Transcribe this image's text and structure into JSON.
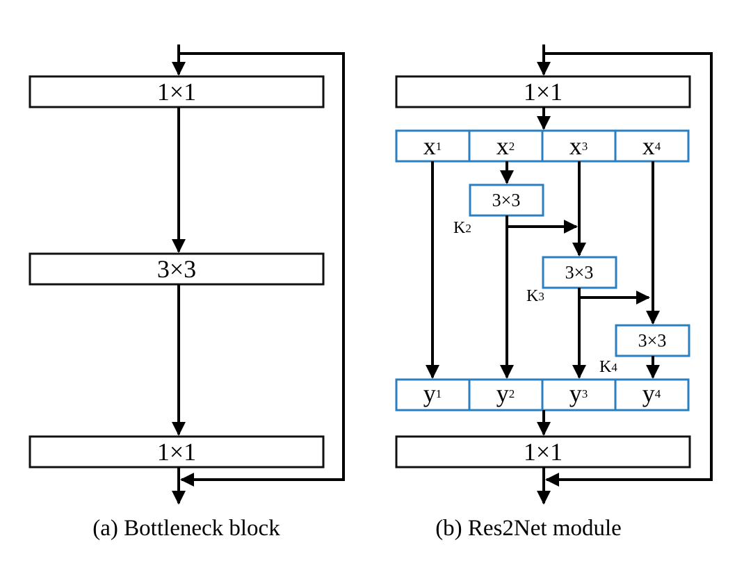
{
  "bottleneck": {
    "top_conv": "1×1",
    "mid_conv": "3×3",
    "bottom_conv": "1×1",
    "caption": "(a) Bottleneck block"
  },
  "res2net": {
    "top_conv": "1×1",
    "bottom_conv": "1×1",
    "splits": [
      {
        "letter": "x",
        "index": "1"
      },
      {
        "letter": "x",
        "index": "2"
      },
      {
        "letter": "x",
        "index": "3"
      },
      {
        "letter": "x",
        "index": "4"
      }
    ],
    "outputs": [
      {
        "letter": "y",
        "index": "1"
      },
      {
        "letter": "y",
        "index": "2"
      },
      {
        "letter": "y",
        "index": "3"
      },
      {
        "letter": "y",
        "index": "4"
      }
    ],
    "convs": [
      {
        "label": "3×3",
        "k_letter": "K",
        "k_index": "2"
      },
      {
        "label": "3×3",
        "k_letter": "K",
        "k_index": "3"
      },
      {
        "label": "3×3",
        "k_letter": "K",
        "k_index": "4"
      }
    ],
    "caption": "(b) Res2Net module"
  },
  "colors": {
    "split_border": "#2a7fc1",
    "block_border": "#111111",
    "arrow": "#000000"
  }
}
